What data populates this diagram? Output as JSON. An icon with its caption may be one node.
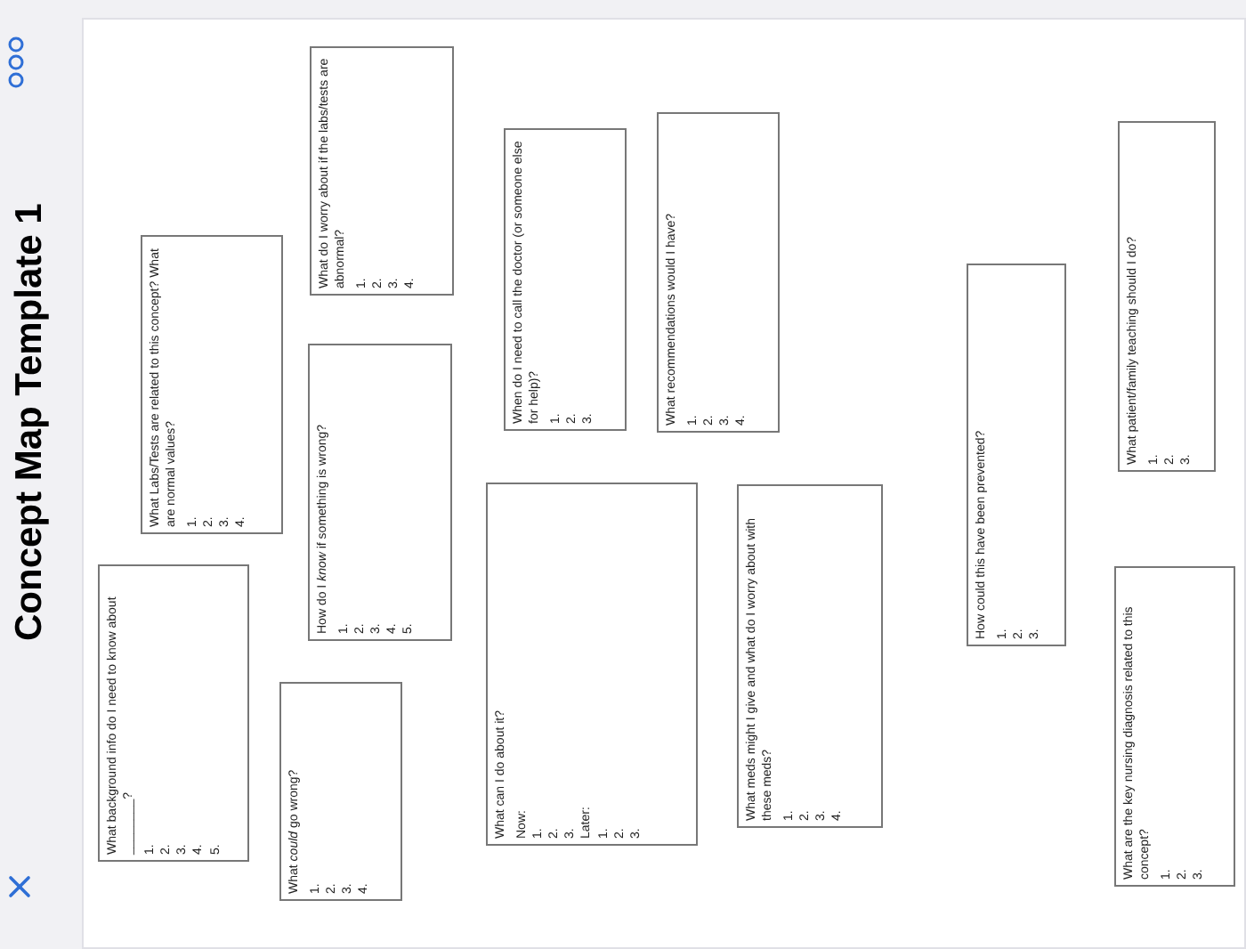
{
  "diagram": {
    "title": "Concept Map Template 1",
    "nodes": [
      {
        "text": [
          "What background info do I need to know about ________?",
          "1.",
          "2.",
          "3.",
          "4.",
          "5."
        ]
      },
      {
        "text": [
          "What Labs/Tests are related to this concept? What are normal values?",
          "1.",
          "2.",
          "3.",
          "4."
        ]
      },
      {
        "text": [
          "What *could* go wrong?",
          "1.",
          "2.",
          "3.",
          "4."
        ]
      },
      {
        "text": [
          "How do I *know* if something is wrong?",
          "1.",
          "2.",
          "3.",
          "4.",
          "5."
        ]
      },
      {
        "text": [
          "What do I worry about if the labs/tests are abnormal?",
          "1.",
          "2.",
          "3.",
          "4."
        ]
      },
      {
        "text": [
          "What can I do about it?",
          "Now:",
          "1.",
          "2.",
          "3.",
          "Later:",
          "1.",
          "2.",
          "3."
        ]
      },
      {
        "text": [
          "When do I need to call the doctor (or someone else for help)?",
          "1.",
          "2.",
          "3."
        ]
      },
      {
        "text": [
          "What recommendations would I have?",
          "1.",
          "2.",
          "3.",
          "4."
        ]
      },
      {
        "text": [
          "What meds might I give and what do I worry about with these meds?",
          "1.",
          "2.",
          "3.",
          "4."
        ]
      },
      {
        "text": [
          "How could this have been prevented?",
          "1.",
          "2.",
          "3."
        ]
      },
      {
        "text": [
          "What are the key nursing diagnosis related to this concept?",
          "1.",
          "2.",
          "3."
        ]
      },
      {
        "text": [
          "What patient/family teaching should I do?",
          "1.",
          "2.",
          "3."
        ]
      }
    ]
  }
}
